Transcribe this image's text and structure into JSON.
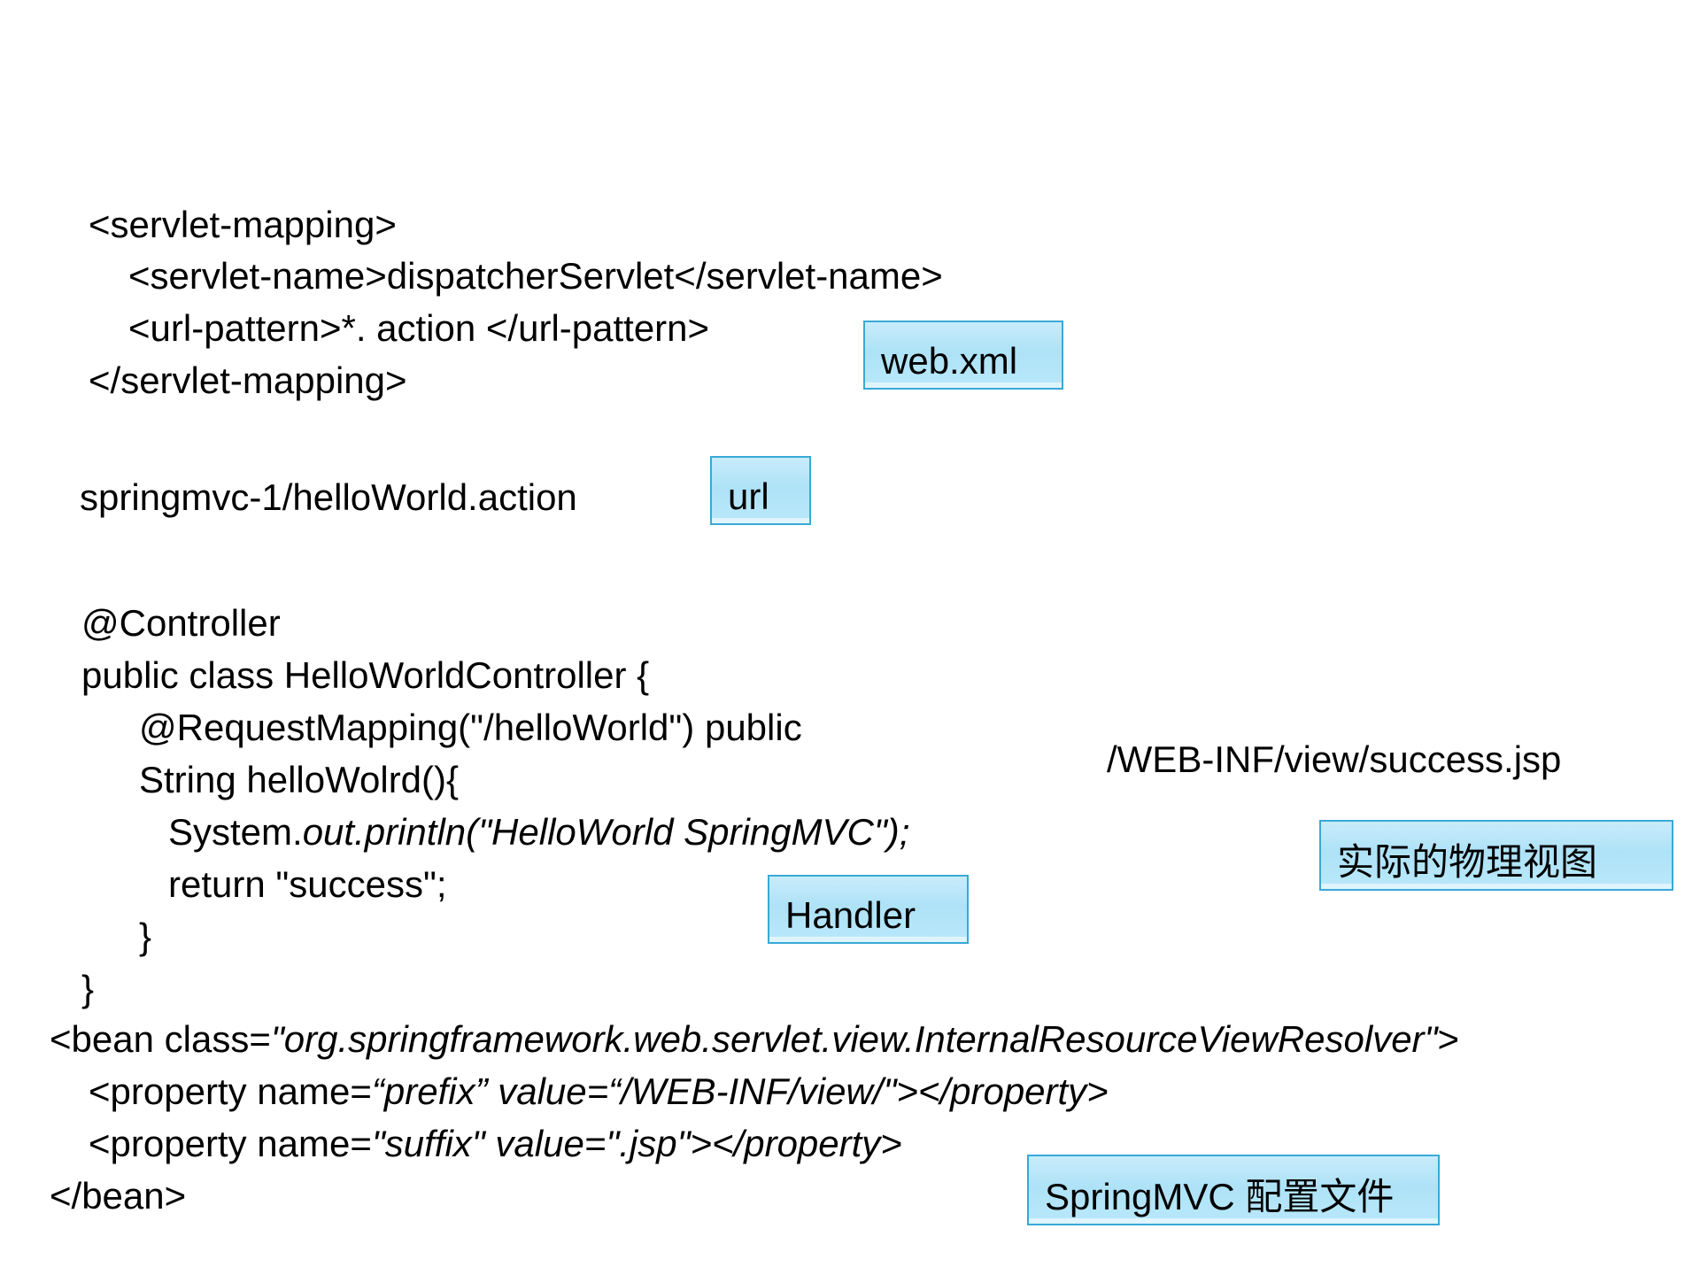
{
  "web_xml": {
    "lines": [
      "<servlet-mapping>",
      "<servlet-name>dispatcherServlet</servlet-name>",
      "<url-pattern>*. action </url-pattern>",
      "</servlet-mapping>"
    ],
    "label": "web.xml"
  },
  "url": {
    "text": "springmvc-1/helloWorld.action",
    "label": "url"
  },
  "controller": {
    "lines": [
      "@Controller",
      "public class HelloWorldController {",
      "@RequestMapping(\"/helloWorld\") public",
      "String helloWolrd(){",
      "return \"success\";",
      "}",
      "}"
    ],
    "println_prefix": "System.",
    "println_italic": "out.println(\"HelloWorld SpringMVC\");",
    "label": "Handler"
  },
  "view": {
    "path": "/WEB-INF/view/success.jsp",
    "label": "实际的物理视图"
  },
  "bean": {
    "bean_open_prefix": "<bean class=",
    "bean_open_italic": "\"org.springframework.web.servlet.view.InternalResourceViewResolver\"",
    "bean_open_suffix": ">",
    "prefix_prefix": "<property name=",
    "prefix_italic": "“prefix” value=“/WEB-INF/view/\"></property>",
    "suffix_prefix": "<property name=",
    "suffix_italic": "\"suffix\" value=\".jsp\"></property>",
    "close": "</bean>",
    "label": "SpringMVC 配置文件"
  }
}
